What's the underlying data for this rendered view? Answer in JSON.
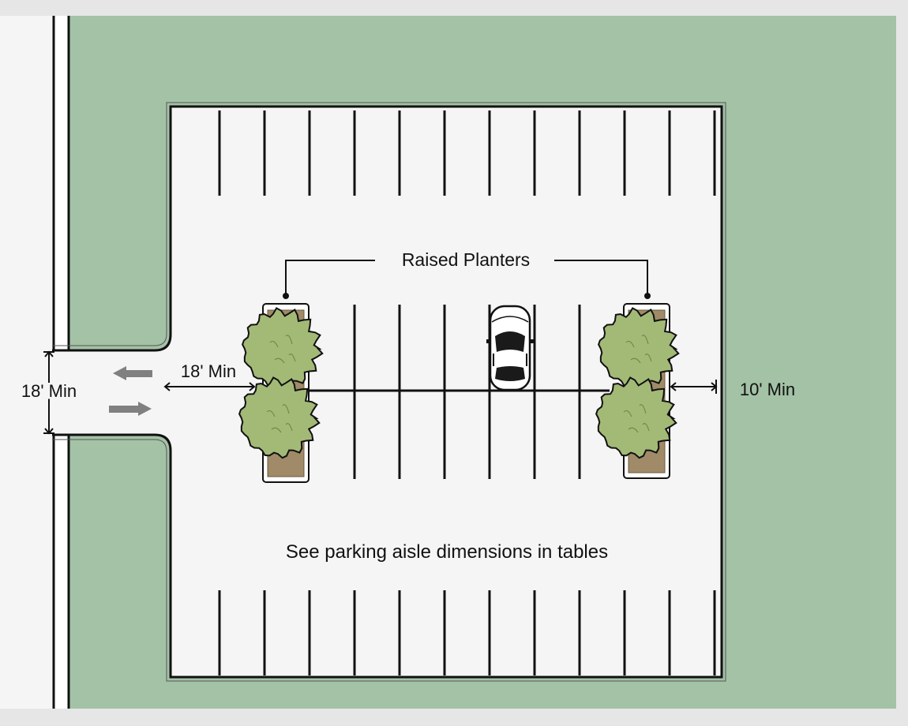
{
  "diagram": {
    "labels": {
      "planters": "Raised Planters",
      "entrance_width": "18' Min",
      "setback": "18' Min",
      "side_clearance": "10' Min",
      "note": "See parking aisle dimensions in tables"
    },
    "parking": {
      "top_row_stalls": 12,
      "bottom_row_stalls": 12,
      "middle_row_stalls": 6
    },
    "colors": {
      "lawn": "#a3c2a6",
      "pavement": "#f4f5f4",
      "road": "#f4f5f4",
      "outline": "#111111",
      "planter_soil": "#a08a68",
      "tree_foliage": "#a3ba77",
      "arrow": "#808080",
      "background": "#e6e6e6"
    }
  }
}
